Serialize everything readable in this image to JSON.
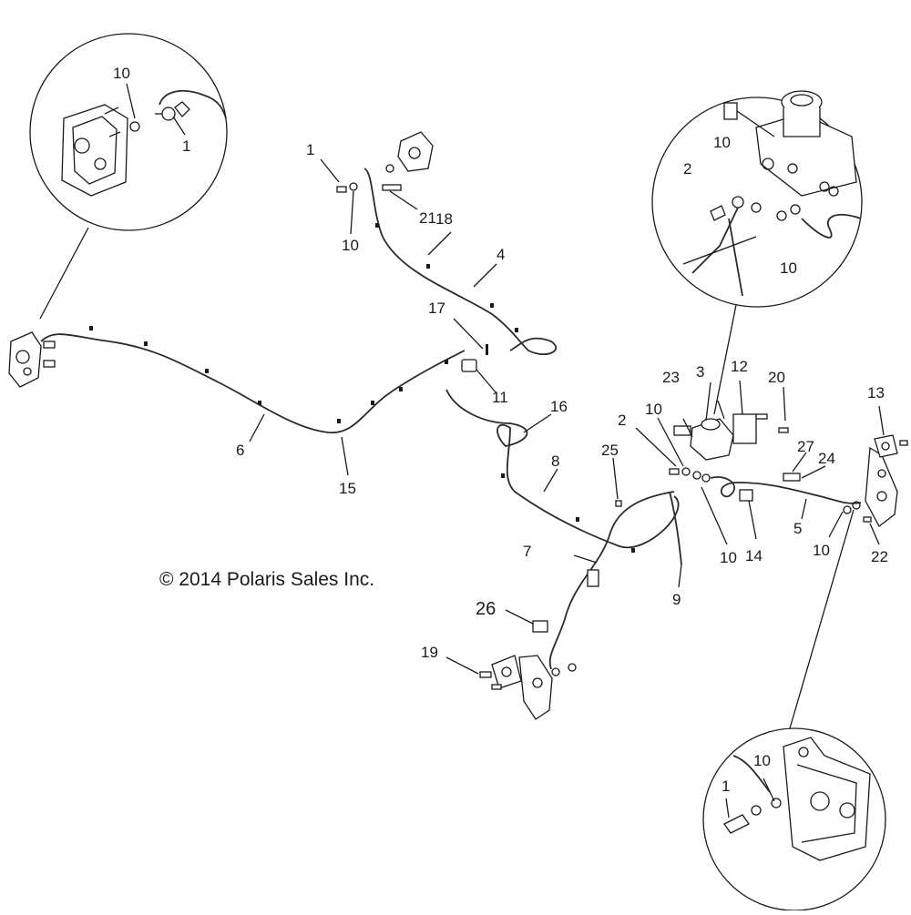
{
  "copyright": "© 2014 Polaris Sales Inc.",
  "callouts": {
    "c1": "10",
    "c2": "1",
    "c3": "1",
    "c4": "10",
    "c5": "21",
    "c6": "18",
    "c7": "4",
    "c8": "17",
    "c9": "11",
    "c10": "16",
    "c11": "6",
    "c12": "15",
    "c13": "10",
    "c14": "2",
    "c15": "10",
    "c16": "10",
    "c17": "3",
    "c18": "12",
    "c19": "20",
    "c20": "13",
    "c21": "23",
    "c22": "2",
    "c23": "10",
    "c24": "25",
    "c25": "8",
    "c26": "27",
    "c27": "24",
    "c28": "5",
    "c29": "14",
    "c30": "10",
    "c31": "10",
    "c32": "22",
    "c33": "7",
    "c34": "9",
    "c35": "26",
    "c36": "19",
    "c37": "10",
    "c38": "1"
  }
}
